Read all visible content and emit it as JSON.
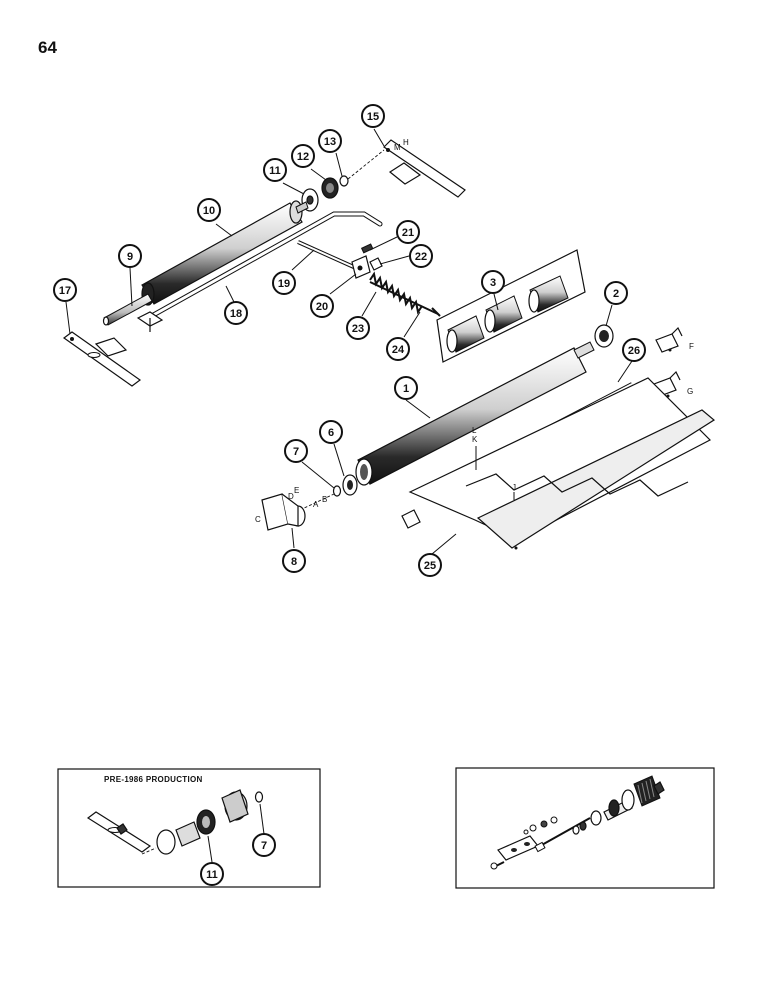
{
  "page": {
    "number": "64"
  },
  "callouts": [
    "1",
    "2",
    "3",
    "6",
    "7",
    "8",
    "9",
    "10",
    "11",
    "12",
    "13",
    "15",
    "17",
    "18",
    "19",
    "20",
    "21",
    "22",
    "23",
    "24",
    "25",
    "26"
  ],
  "letters": [
    "M",
    "H",
    "F",
    "G",
    "L",
    "K",
    "J",
    "C",
    "D",
    "E",
    "A",
    "B"
  ],
  "insets": [
    {
      "title": "PRE-1986 PRODUCTION",
      "callouts": [
        "11",
        "7"
      ]
    },
    {
      "title": "",
      "callouts": []
    }
  ]
}
